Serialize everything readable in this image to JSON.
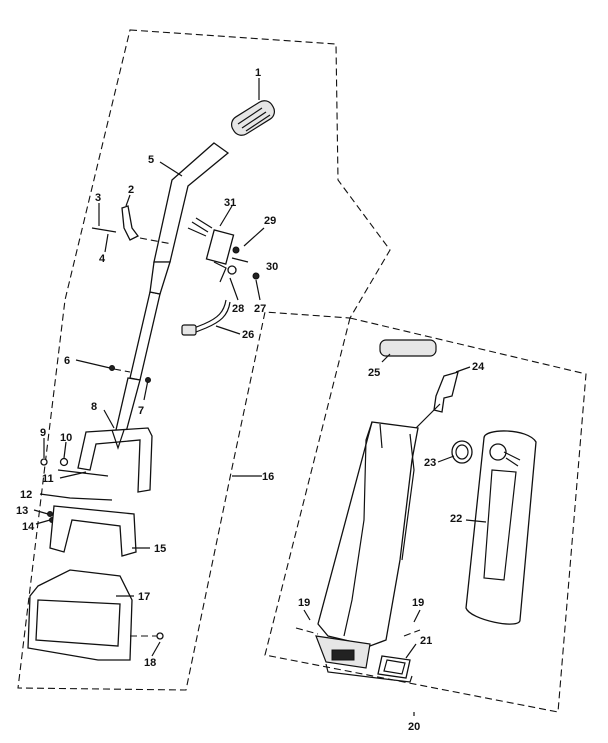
{
  "part_labels": {
    "p1": "1",
    "p2": "2",
    "p3": "3",
    "p4": "4",
    "p5": "5",
    "p6": "6",
    "p7": "7",
    "p8": "8",
    "p9": "9",
    "p10": "10",
    "p11": "11",
    "p12": "12",
    "p13": "13",
    "p14": "14",
    "p15": "15",
    "p16": "16",
    "p17": "17",
    "p18": "18",
    "p19a": "19",
    "p19b": "19",
    "p20": "20",
    "p21": "21",
    "p22": "22",
    "p23": "23",
    "p24": "24",
    "p25": "25",
    "p26": "26",
    "p27": "27",
    "p28": "28",
    "p29": "29",
    "p30": "30",
    "p31": "31"
  },
  "colors": {
    "ink": "#111111",
    "background": "#ffffff"
  }
}
